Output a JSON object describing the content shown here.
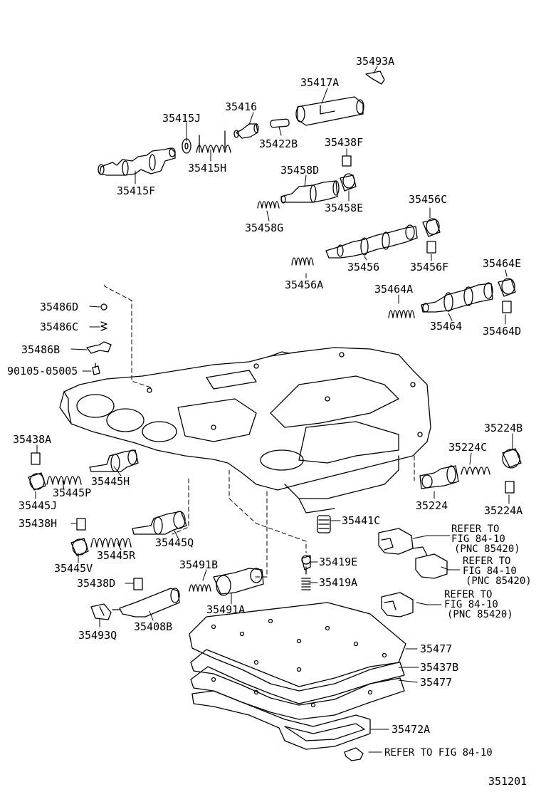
{
  "colors": {
    "ink": "#000000",
    "paper": "#ffffff"
  },
  "labels": {
    "p35493A": "35493A",
    "p35417A": "35417A",
    "p35416": "35416",
    "p35415J": "35415J",
    "p35422B": "35422B",
    "p35438F": "35438F",
    "p35415H": "35415H",
    "p35458D": "35458D",
    "p35415F": "35415F",
    "p35458E": "35458E",
    "p35456C": "35456C",
    "p35458G": "35458G",
    "p35456": "35456",
    "p35456F": "35456F",
    "p35464E": "35464E",
    "p35456A": "35456A",
    "p35464A": "35464A",
    "p35486D": "35486D",
    "p35464": "35464",
    "p35464D": "35464D",
    "p35486C": "35486C",
    "p35486B": "35486B",
    "p90105": "90105-05005",
    "p35438A": "35438A",
    "p35224B": "35224B",
    "p35224C": "35224C",
    "p35445H": "35445H",
    "p35445P": "35445P",
    "p35445J": "35445J",
    "p35224": "35224",
    "p35224A": "35224A",
    "p35438H": "35438H",
    "p35441C": "35441C",
    "p35445Q": "35445Q",
    "p35445R": "35445R",
    "p35445V": "35445V",
    "p35419E": "35419E",
    "p35491B": "35491B",
    "p35438D": "35438D",
    "p35419A": "35419A",
    "p35491A": "35491A",
    "p35408B": "35408B",
    "p35493Q": "35493Q",
    "p35477a": "35477",
    "p35437B": "35437B",
    "p35477b": "35477",
    "p35472A": "35472A",
    "ref1a": "REFER TO",
    "ref1b": "FIG 84-10",
    "ref1c": "(PNC 85420)",
    "ref2a": "REFER TO",
    "ref2b": "FIG 84-10",
    "ref2c": "(PNC 85420)",
    "ref3a": "REFER TO",
    "ref3b": "FIG 84-10",
    "ref3c": "(PNC 85420)",
    "ref4": "REFER TO FIG 84-10",
    "figure_number": "351201"
  }
}
